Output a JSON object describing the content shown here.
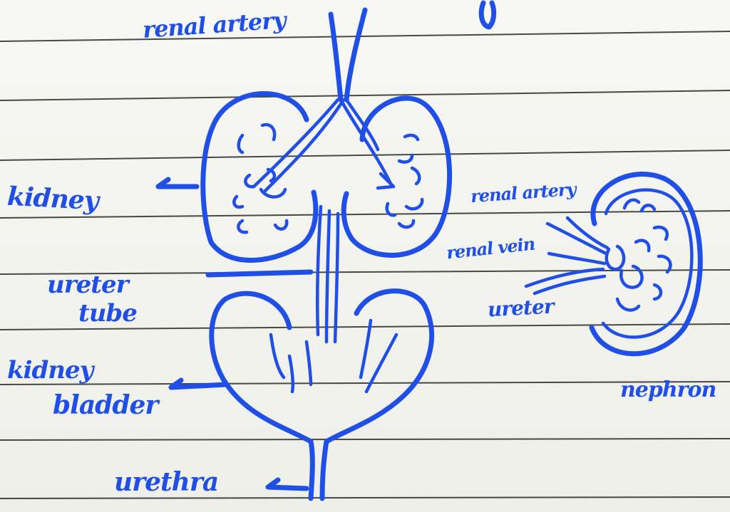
{
  "diagram": {
    "labels": {
      "renal_artery_top": "renal artery",
      "kidney": "kidney",
      "ureter_tube_line1": "ureter",
      "ureter_tube_line2": "tube",
      "kidney_bladder_line1": "kidney",
      "kidney_bladder_line2": "bladder",
      "urethra": "urethra",
      "renal_artery_right": "renal artery",
      "renal_vein": "renal vein",
      "ureter_right": "ureter",
      "nephron": "nephron"
    },
    "ink_color": "#1f4fe6",
    "paper": "ruled notebook page"
  }
}
